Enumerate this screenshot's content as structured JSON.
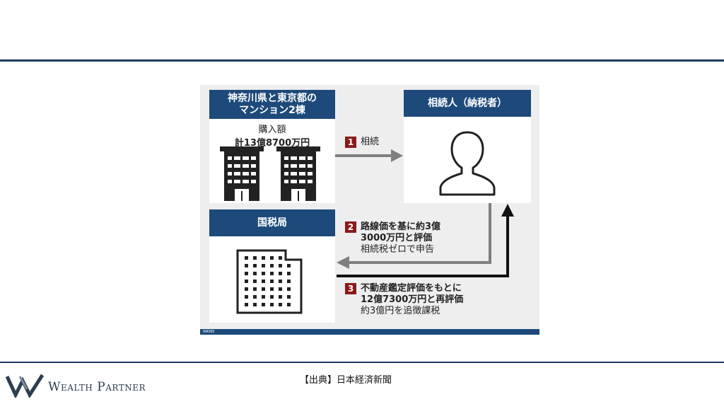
{
  "diagram": {
    "property_card": {
      "title_line1": "神奈川県と東京都の",
      "title_line2": "マンション2棟",
      "purchase_label": "購入額",
      "purchase_amount": "計13億8700万円"
    },
    "heir_card": {
      "title": "相続人（納税者）"
    },
    "tax_office_card": {
      "title": "国税局"
    },
    "steps": [
      {
        "number": "1",
        "lines": [
          "相続"
        ]
      },
      {
        "number": "2",
        "lines": [
          "路線価を基に約3億",
          "3000万円と評価",
          "相続税ゼロで申告"
        ]
      },
      {
        "number": "3",
        "lines": [
          "不動産鑑定評価をもとに",
          "12億7300万円と再評価",
          "約3億円を追徴課税"
        ]
      }
    ],
    "credit": "NIKKEI"
  },
  "footer": {
    "source": "【出典】日本経済新聞",
    "logo_text": "Wealth Partner"
  },
  "colors": {
    "navy": "#1d4a7a",
    "badge": "#8b1a1a",
    "panel": "#eeeeee"
  }
}
